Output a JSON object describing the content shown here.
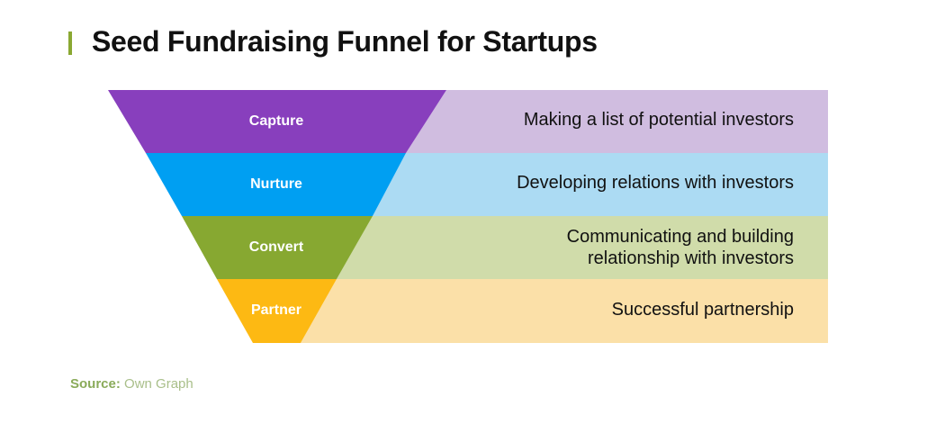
{
  "title": "Seed Fundraising Funnel for Startups",
  "stages": [
    {
      "label": "Capture",
      "description": "Making a list of potential investors",
      "color": "#883fbd",
      "band_color": "#d0bde0"
    },
    {
      "label": "Nurture",
      "description": "Developing relations with investors",
      "color": "#009ff2",
      "band_color": "#acdbf3"
    },
    {
      "label": "Convert",
      "description": "Communicating and building relationship with investors",
      "color": "#87a831",
      "band_color": "#d0dcaa"
    },
    {
      "label": "Partner",
      "description": "Successful partnership",
      "color": "#fdb913",
      "band_color": "#fbe0a8"
    }
  ],
  "source": {
    "prefix": "Source:",
    "text": "Own Graph"
  }
}
